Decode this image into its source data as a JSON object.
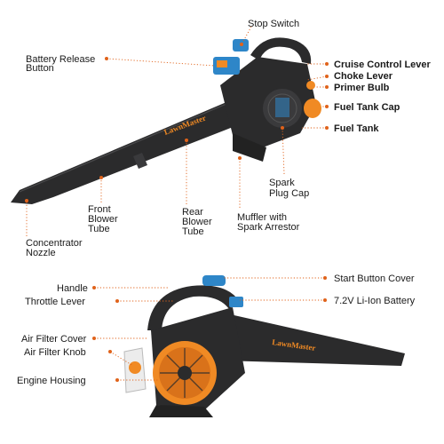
{
  "brand": "LawnMaster",
  "colors": {
    "accent": "#e0621a",
    "body": "#2b2b2c",
    "orange_part": "#f08a24",
    "blue_part": "#2e86c8"
  },
  "top_labels": {
    "stop_switch": "Stop Switch",
    "battery_release_1": "Battery Release",
    "battery_release_2": "Button",
    "cruise_control_lever": "Cruise Control Lever",
    "choke_lever": "Choke Lever",
    "primer_bulb": "Primer Bulb",
    "fuel_tank_cap": "Fuel Tank Cap",
    "fuel_tank": "Fuel Tank",
    "spark_plug_cap_1": "Spark",
    "spark_plug_cap_2": "Plug Cap",
    "front_blower_tube_1": "Front",
    "front_blower_tube_2": "Blower",
    "front_blower_tube_3": "Tube",
    "rear_blower_tube_1": "Rear",
    "rear_blower_tube_2": "Blower",
    "rear_blower_tube_3": "Tube",
    "muffler_1": "Muffler with",
    "muffler_2": "Spark Arrestor",
    "concentrator_1": "Concentrator",
    "concentrator_2": "Nozzle"
  },
  "bottom_labels": {
    "handle": "Handle",
    "throttle_lever": "Throttle Lever",
    "air_filter_cover": "Air Filter Cover",
    "air_filter_knob": "Air Filter Knob",
    "engine_housing": "Engine Housing",
    "start_button_cover": "Start Button Cover",
    "battery": "7.2V Li-Ion Battery"
  }
}
